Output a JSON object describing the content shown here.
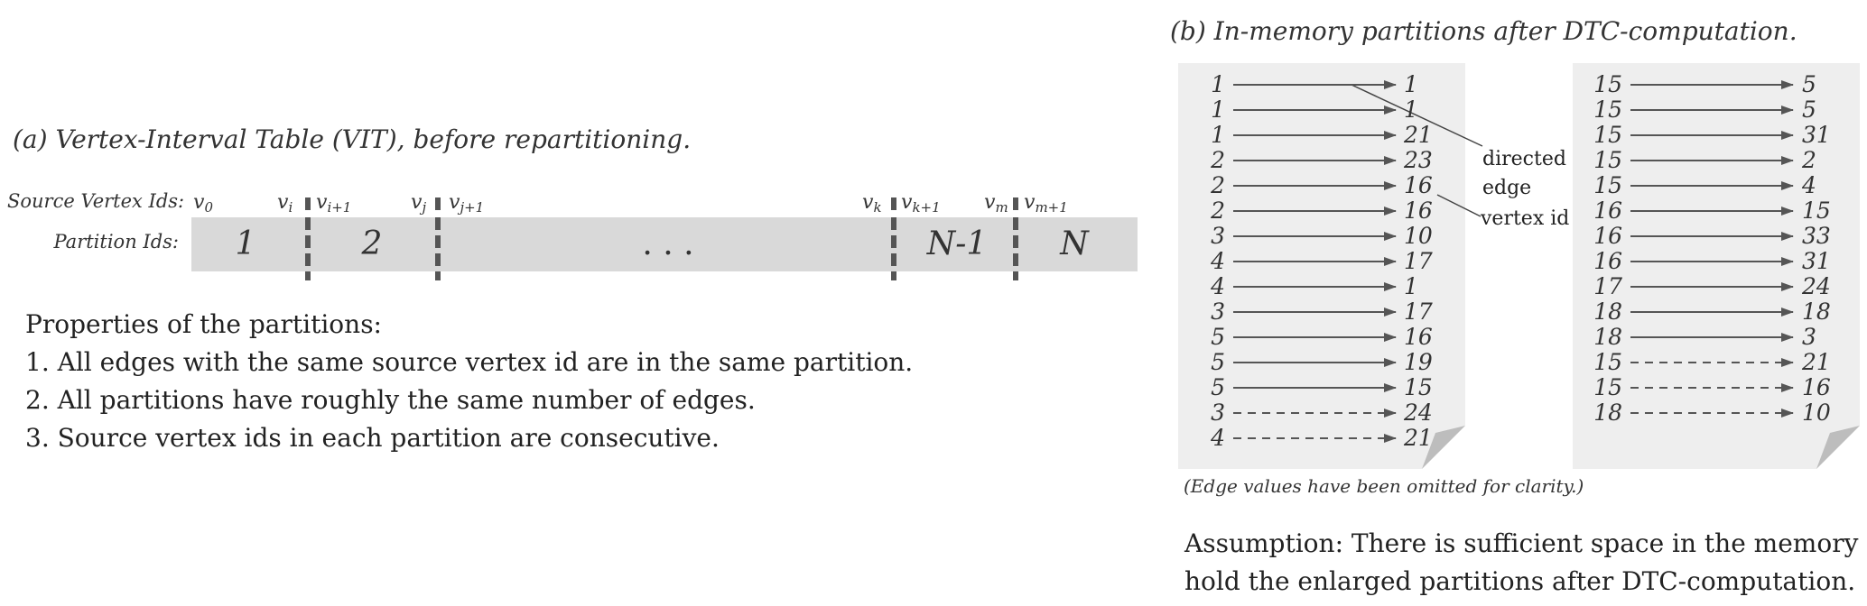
{
  "part_a": {
    "title": "(a) Vertex-Interval Table (VIT), before repartitioning.",
    "source_label": "Source Vertex Ids:",
    "partition_label": "Partition Ids:",
    "vertex_labels": [
      {
        "base": "v",
        "sub": "0"
      },
      {
        "base": "v",
        "sub": "i"
      },
      {
        "base": "v",
        "sub": "i+1"
      },
      {
        "base": "v",
        "sub": "j"
      },
      {
        "base": "v",
        "sub": "j+1"
      },
      {
        "base": "v",
        "sub": "k"
      },
      {
        "base": "v",
        "sub": "k+1"
      },
      {
        "base": "v",
        "sub": "m"
      },
      {
        "base": "v",
        "sub": "m+1"
      }
    ],
    "partition_ids": [
      "1",
      "2",
      ". . .",
      "N-1",
      "N"
    ],
    "properties_heading": "Properties of the partitions:",
    "properties": [
      "1. All edges with the same source vertex id are in the same partition.",
      "2. All partitions have roughly the same number of edges.",
      "3. Source vertex ids in each partition are consecutive."
    ]
  },
  "part_b": {
    "title": "(b) In-memory partitions after DTC-computation.",
    "left_edges": [
      {
        "src": "1",
        "dst": "1",
        "style": "solid"
      },
      {
        "src": "1",
        "dst": "1",
        "style": "solid"
      },
      {
        "src": "1",
        "dst": "21",
        "style": "solid"
      },
      {
        "src": "2",
        "dst": "23",
        "style": "solid"
      },
      {
        "src": "2",
        "dst": "16",
        "style": "solid"
      },
      {
        "src": "2",
        "dst": "16",
        "style": "solid"
      },
      {
        "src": "3",
        "dst": "10",
        "style": "solid"
      },
      {
        "src": "4",
        "dst": "17",
        "style": "solid"
      },
      {
        "src": "4",
        "dst": "1",
        "style": "solid"
      },
      {
        "src": "3",
        "dst": "17",
        "style": "solid"
      },
      {
        "src": "5",
        "dst": "16",
        "style": "solid"
      },
      {
        "src": "5",
        "dst": "19",
        "style": "solid"
      },
      {
        "src": "5",
        "dst": "15",
        "style": "solid"
      },
      {
        "src": "3",
        "dst": "24",
        "style": "dashed"
      },
      {
        "src": "4",
        "dst": "21",
        "style": "dashed"
      }
    ],
    "right_edges": [
      {
        "src": "15",
        "dst": "5",
        "style": "solid"
      },
      {
        "src": "15",
        "dst": "5",
        "style": "solid"
      },
      {
        "src": "15",
        "dst": "31",
        "style": "solid"
      },
      {
        "src": "15",
        "dst": "2",
        "style": "solid"
      },
      {
        "src": "15",
        "dst": "4",
        "style": "solid"
      },
      {
        "src": "16",
        "dst": "15",
        "style": "solid"
      },
      {
        "src": "16",
        "dst": "33",
        "style": "solid"
      },
      {
        "src": "16",
        "dst": "31",
        "style": "solid"
      },
      {
        "src": "17",
        "dst": "24",
        "style": "solid"
      },
      {
        "src": "18",
        "dst": "18",
        "style": "solid"
      },
      {
        "src": "18",
        "dst": "3",
        "style": "solid"
      },
      {
        "src": "15",
        "dst": "21",
        "style": "dashed"
      },
      {
        "src": "15",
        "dst": "16",
        "style": "dashed"
      },
      {
        "src": "18",
        "dst": "10",
        "style": "dashed"
      }
    ],
    "annotation_directed_edge": [
      "directed",
      "edge"
    ],
    "annotation_vertex_id": "vertex id",
    "note": "(Edge values have been omitted for clarity.)",
    "assumption_lines": [
      "Assumption: There is sufficient space in the memory to",
      "hold the enlarged partitions after DTC-computation."
    ]
  },
  "colors": {
    "bar_fill": "#d9d9d9",
    "page_fill": "#eeeeee",
    "page_fold": "#bdbdbd",
    "arrow": "#555555",
    "tick": "#555555"
  }
}
